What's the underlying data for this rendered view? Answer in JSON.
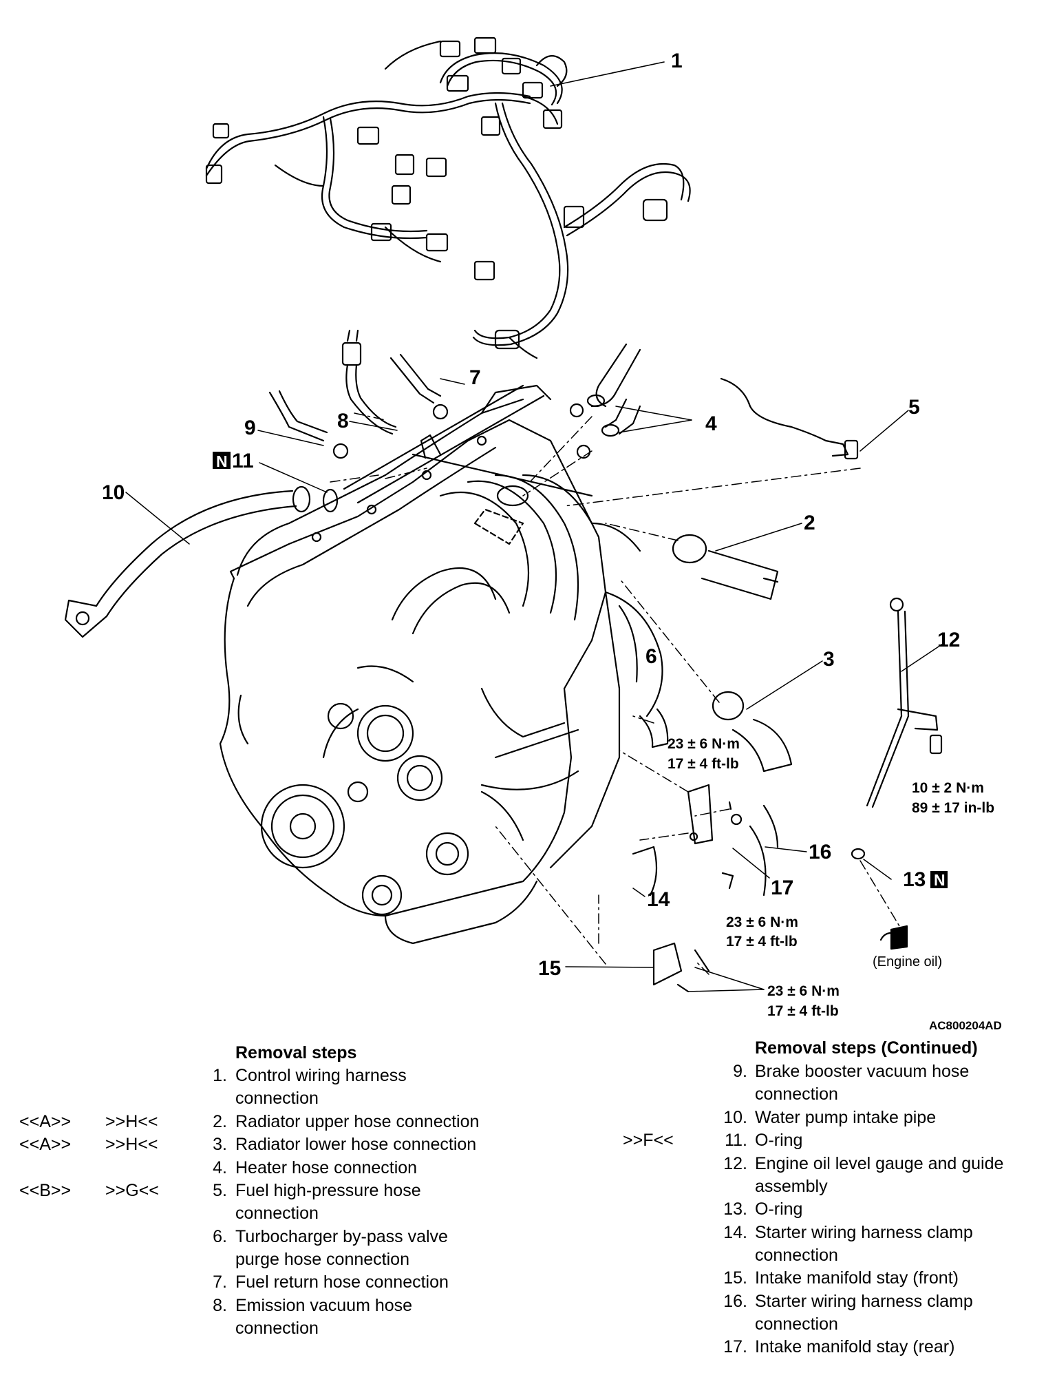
{
  "figure_code": "AC800204AD",
  "callouts": {
    "c1": "1",
    "c2": "2",
    "c3": "3",
    "c4": "4",
    "c5": "5",
    "c6": "6",
    "c7": "7",
    "c8": "8",
    "c9": "9",
    "c10": "10",
    "c11": "11",
    "c12": "12",
    "c13": "13",
    "c14": "14",
    "c15": "15",
    "c16": "16",
    "c17": "17"
  },
  "new_part_mark": "N",
  "torques": {
    "t6_a": "23 ± 6 N·m",
    "t6_b": "17 ± 4 ft-lb",
    "t12_a": "10 ± 2 N·m",
    "t12_b": "89 ± 17 in-lb",
    "t17_a": "23 ± 6 N·m",
    "t17_b": "17 ± 4 ft-lb",
    "t15_a": "23 ± 6 N·m",
    "t15_b": "17 ± 4 ft-lb"
  },
  "engine_oil_label": "(Engine oil)",
  "steps_left": {
    "title": "Removal steps",
    "items": [
      {
        "c1": "",
        "c2": "",
        "num": "1.",
        "line1": "Control wiring harness",
        "line2": "connection"
      },
      {
        "c1": "<<A>>",
        "c2": ">>H<<",
        "num": "2.",
        "line1": "Radiator upper hose connection",
        "line2": ""
      },
      {
        "c1": "<<A>>",
        "c2": ">>H<<",
        "num": "3.",
        "line1": "Radiator lower hose connection",
        "line2": ""
      },
      {
        "c1": "",
        "c2": "",
        "num": "4.",
        "line1": "Heater hose connection",
        "line2": ""
      },
      {
        "c1": "<<B>>",
        "c2": ">>G<<",
        "num": "5.",
        "line1": "Fuel high-pressure hose",
        "line2": "connection"
      },
      {
        "c1": "",
        "c2": "",
        "num": "6.",
        "line1": "Turbocharger by-pass valve",
        "line2": "purge hose connection"
      },
      {
        "c1": "",
        "c2": "",
        "num": "7.",
        "line1": "Fuel return hose connection",
        "line2": ""
      },
      {
        "c1": "",
        "c2": "",
        "num": "8.",
        "line1": "Emission vacuum hose",
        "line2": "connection"
      }
    ]
  },
  "steps_right": {
    "title": "Removal steps (Continued)",
    "items": [
      {
        "c2": "",
        "num": "9.",
        "line1": "Brake booster vacuum hose",
        "line2": "connection"
      },
      {
        "c2": "",
        "num": "10.",
        "line1": "Water pump intake pipe",
        "line2": ""
      },
      {
        "c2": ">>F<<",
        "num": "11.",
        "line1": "O-ring",
        "line2": ""
      },
      {
        "c2": "",
        "num": "12.",
        "line1": "Engine oil level gauge and guide",
        "line2": "assembly"
      },
      {
        "c2": "",
        "num": "13.",
        "line1": "O-ring",
        "line2": ""
      },
      {
        "c2": "",
        "num": "14.",
        "line1": "Starter wiring harness clamp",
        "line2": "connection"
      },
      {
        "c2": "",
        "num": "15.",
        "line1": "Intake manifold stay (front)",
        "line2": ""
      },
      {
        "c2": "",
        "num": "16.",
        "line1": "Starter wiring harness clamp",
        "line2": "connection"
      },
      {
        "c2": "",
        "num": "17.",
        "line1": "Intake manifold stay (rear)",
        "line2": ""
      }
    ]
  }
}
